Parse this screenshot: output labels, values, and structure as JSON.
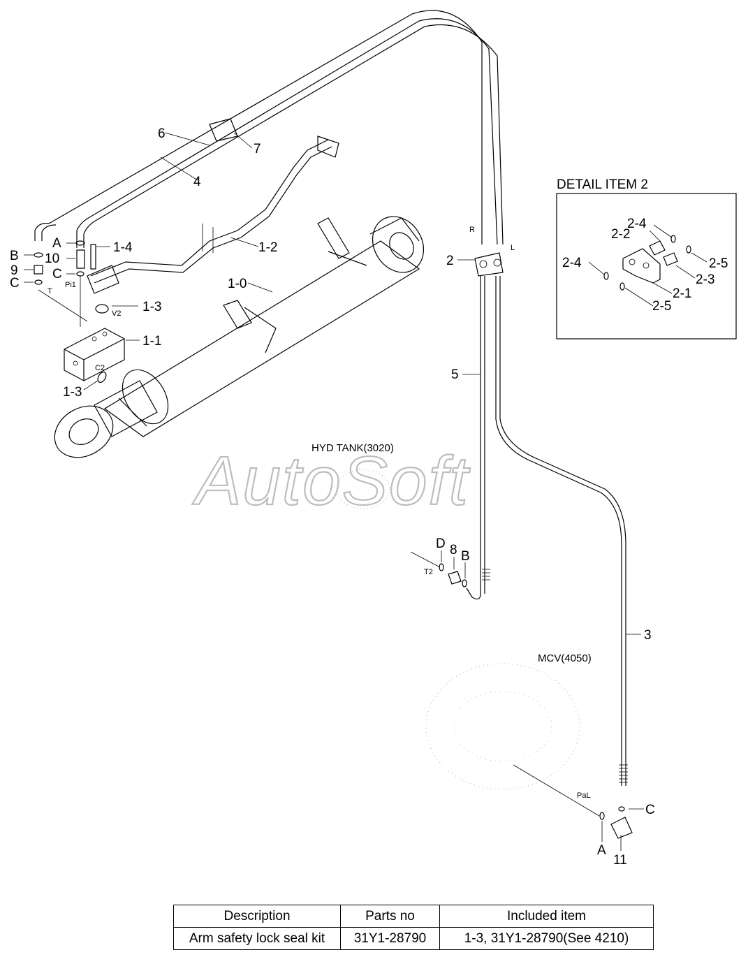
{
  "callouts": {
    "n1_0": "1-0",
    "n1_1": "1-1",
    "n1_2": "1-2",
    "n1_3a": "1-3",
    "n1_3b": "1-3",
    "n1_4": "1-4",
    "n2": "2",
    "n3": "3",
    "n4": "4",
    "n5": "5",
    "n6": "6",
    "n7": "7",
    "n8": "8",
    "n9": "9",
    "n10": "10",
    "n11": "11",
    "A1": "A",
    "A2": "A",
    "B1": "B",
    "B2": "B",
    "C1": "C",
    "C2": "C",
    "C3": "C",
    "D": "D"
  },
  "ports": {
    "R": "R",
    "L": "L",
    "Pi1": "Pi1",
    "T": "T",
    "V2": "V2",
    "C2": "C2",
    "T2": "T2",
    "PaL": "PaL"
  },
  "refs": {
    "hyd_tank": "HYD TANK(3020)",
    "mcv": "MCV(4050)"
  },
  "watermark": "AutoSoft",
  "detail": {
    "title": "DETAIL ITEM 2",
    "c2_1": "2-1",
    "c2_2": "2-2",
    "c2_3": "2-3",
    "c2_4a": "2-4",
    "c2_4b": "2-4",
    "c2_5a": "2-5",
    "c2_5b": "2-5"
  },
  "kit_table": {
    "headers": [
      "Description",
      "Parts no",
      "Included item"
    ],
    "rows": [
      [
        "Arm safety lock seal kit",
        "31Y1-28790",
        "1-3, 31Y1-28790(See 4210)"
      ]
    ]
  }
}
